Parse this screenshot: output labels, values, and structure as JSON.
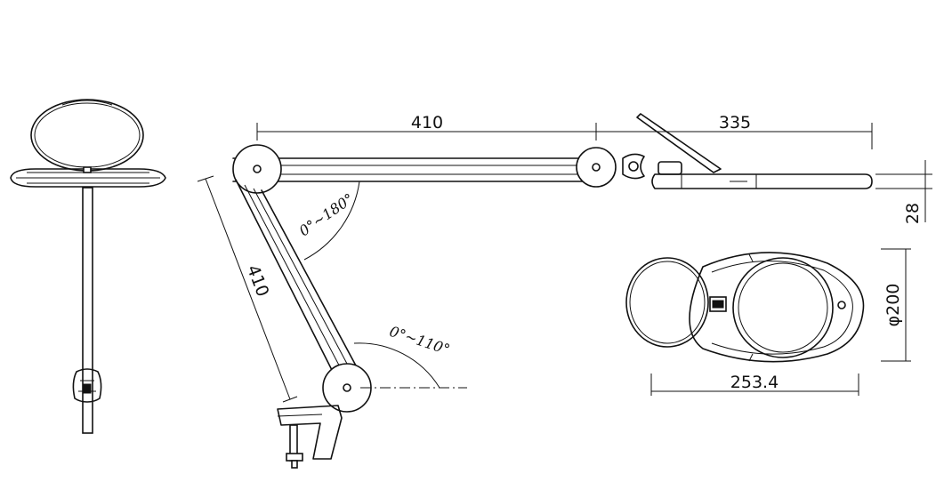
{
  "dimensions": {
    "top_arm_length": "410",
    "lower_arm_length": "410",
    "head_length": "335",
    "head_thickness": "28",
    "lens_diameter": "φ200",
    "head_width": "253.4"
  },
  "angles": {
    "elbow_range": "0°~180°",
    "base_range": "0°~110°"
  }
}
